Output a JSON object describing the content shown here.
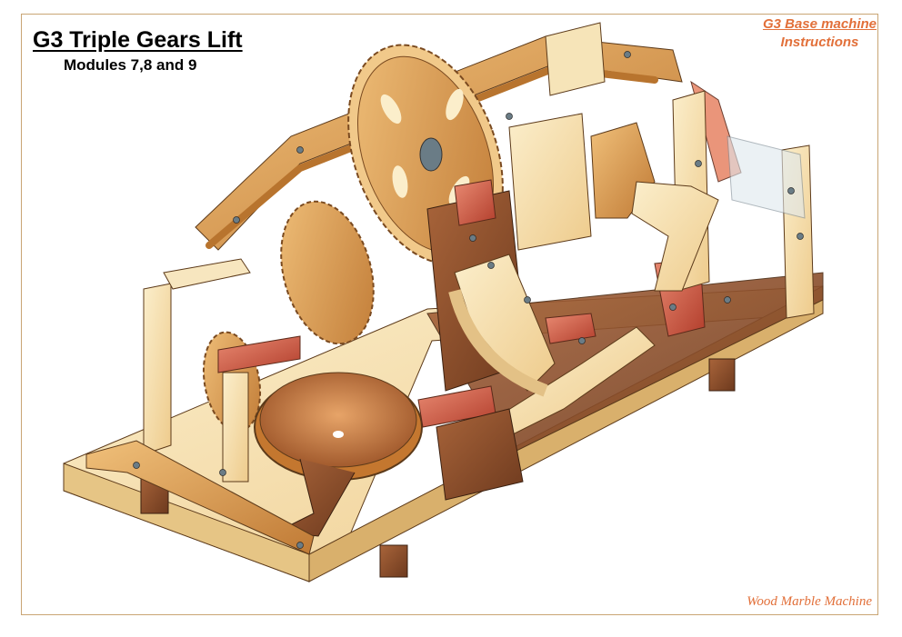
{
  "header": {
    "title": "G3 Triple Gears Lift",
    "subtitle": "Modules 7,8 and 9"
  },
  "corner_label": {
    "line1": "G3 Base machine",
    "line2": "Instructions"
  },
  "footer": {
    "brand": "Wood Marble Machine"
  },
  "colors": {
    "frame": "#c9a574",
    "accent": "#e2703a",
    "light_wood": "#f4dfae",
    "mid_wood": "#d99a52",
    "dark_wood": "#8a4a26",
    "red_wood": "#c9543f"
  }
}
